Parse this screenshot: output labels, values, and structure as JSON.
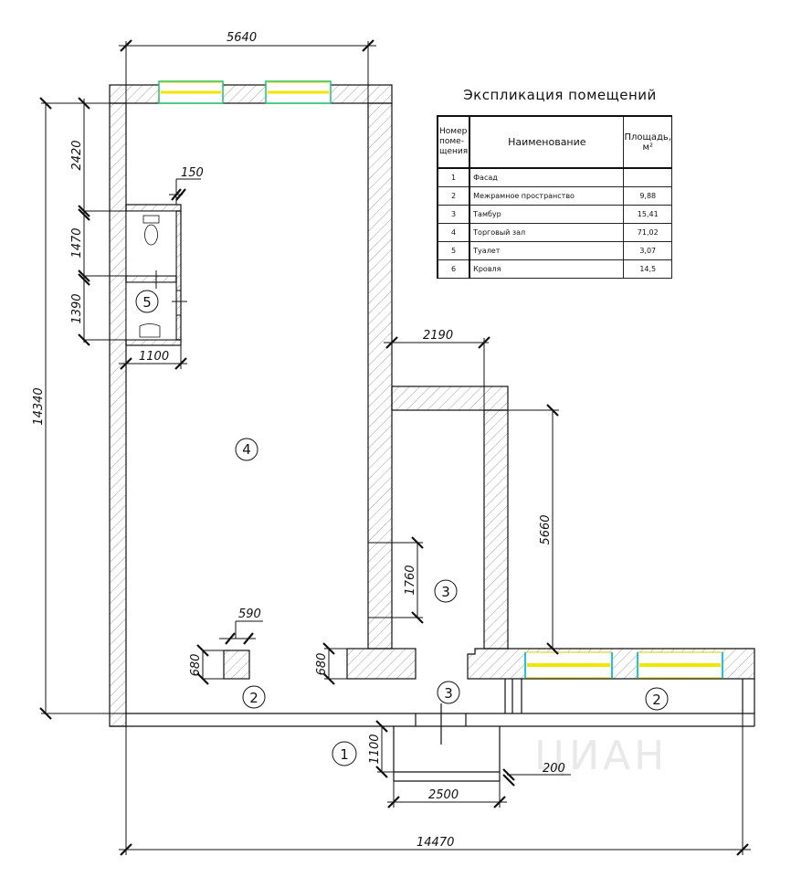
{
  "drawing": {
    "dimensions": {
      "top_width": "5640",
      "left_segment_1": "2420",
      "left_segment_2": "1470",
      "left_segment_3": "1390",
      "wall_thickness": "150",
      "toilet_width": "1100",
      "overall_height": "14340",
      "vestibule_width": "2190",
      "vestibule_depth": "5660",
      "opening_height": "1760",
      "pillar_width": "590",
      "pillar_height": "680",
      "wall_stub_height": "680",
      "porch_depth": "1100",
      "porch_step": "200",
      "porch_width": "2500",
      "overall_width": "14470"
    },
    "room_labels": {
      "facade": "1",
      "interframe_left": "2",
      "interframe_right": "2",
      "vestibule": "3",
      "vestibule_lower": "3",
      "sales_hall": "4",
      "toilet": "5"
    },
    "colors": {
      "line": "#111111",
      "hatch": "#8a8a8a",
      "window_glass": "#f2e600",
      "window_frame_green": "#1fc46a",
      "window_frame_cyan": "#19c6e6",
      "watermark": "#e9e9e9"
    },
    "watermark": "ЦИАН"
  },
  "explication": {
    "title": "Экспликация помещений",
    "headers": {
      "number": "Номер поме- щения",
      "name": "Наименование",
      "area": "Площадь, м²"
    },
    "rows": [
      {
        "number": "1",
        "name": "Фасад",
        "area": ""
      },
      {
        "number": "2",
        "name": "Межрамное пространство",
        "area": "9,88"
      },
      {
        "number": "3",
        "name": "Тамбур",
        "area": "15,41"
      },
      {
        "number": "4",
        "name": "Торговый зал",
        "area": "71,02"
      },
      {
        "number": "5",
        "name": "Туалет",
        "area": "3,07"
      },
      {
        "number": "6",
        "name": "Кровля",
        "area": "14,5"
      }
    ]
  }
}
